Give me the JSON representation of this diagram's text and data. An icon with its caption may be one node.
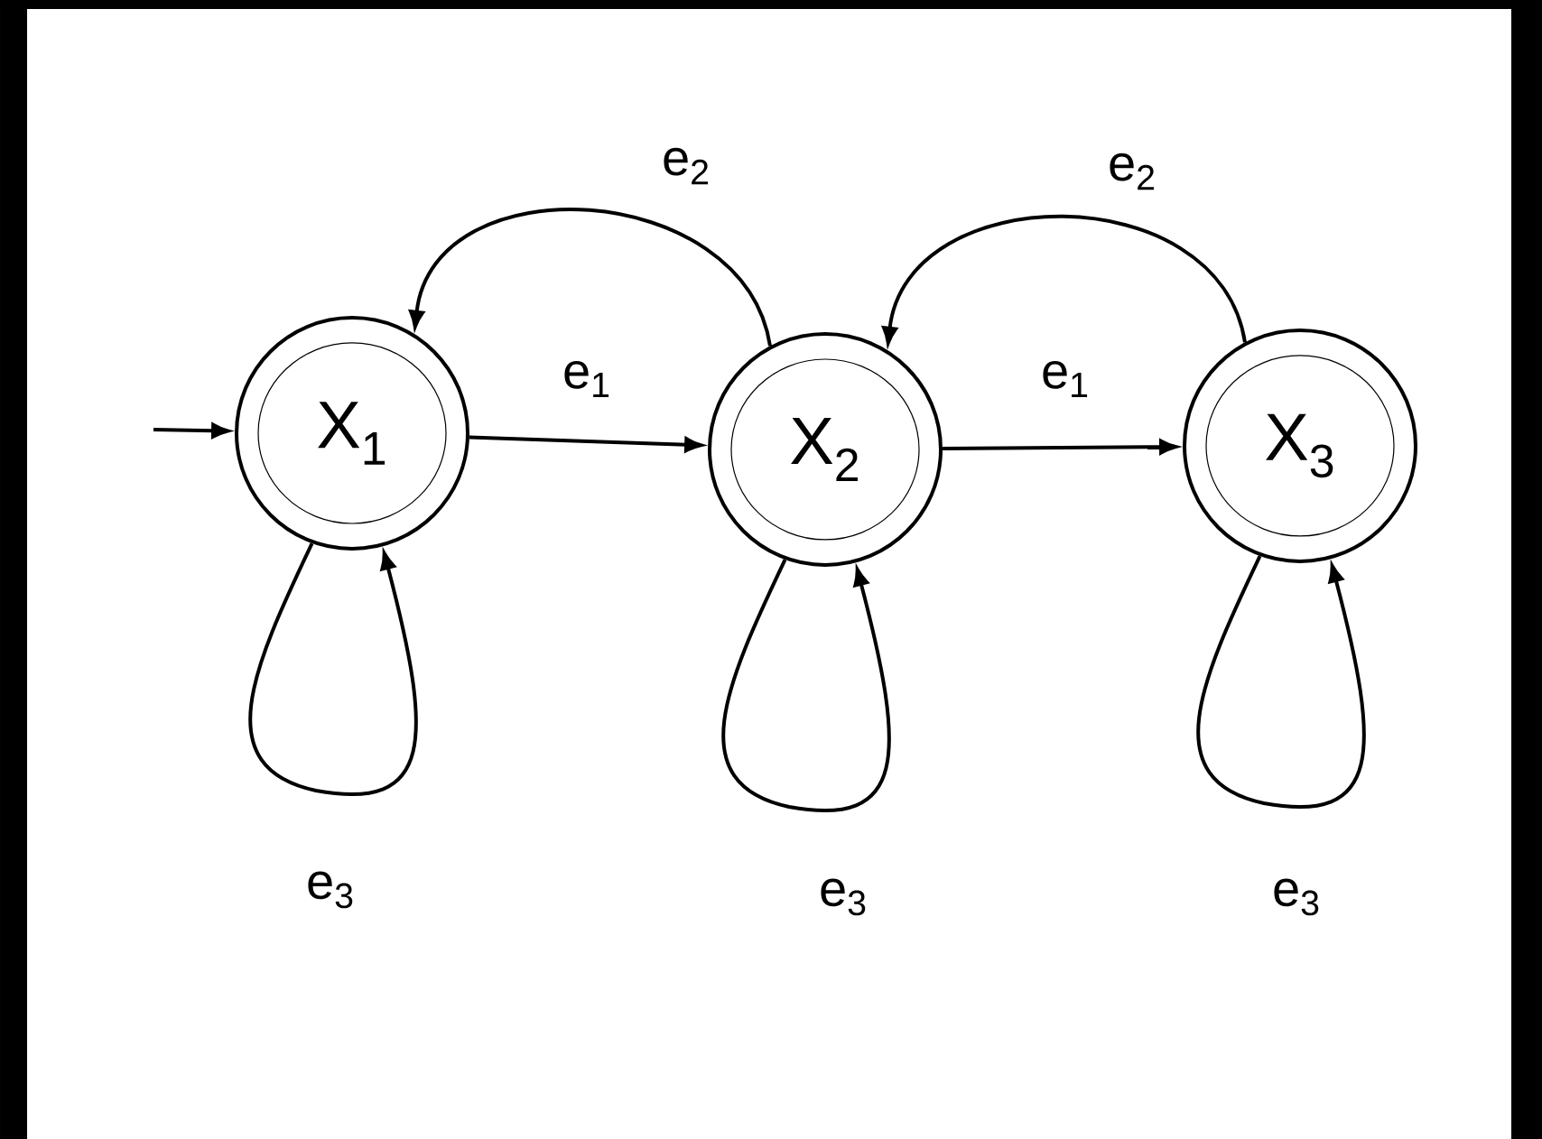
{
  "diagram": {
    "nodes": [
      {
        "text": [
          "X$_{1}$"
        ]
      },
      {
        "text": [
          "X$_{2}$"
        ]
      },
      {
        "text": [
          "X$_{3}$"
        ]
      }
    ],
    "edges": [
      {
        "from": null,
        "to": 0,
        "arrow": "to"
      },
      {
        "from": 0,
        "to": 1,
        "arrow": "to",
        "label": "e$_{1}$"
      },
      {
        "from": 1,
        "to": 0,
        "arrow": "to",
        "label": "e$_{2}$"
      },
      {
        "from": 1,
        "to": 2,
        "arrow": "to",
        "label": "e$_{1}$"
      },
      {
        "from": 2,
        "to": 1,
        "arrow": "to",
        "label": "e$_{2}$"
      },
      {
        "from": 0,
        "to": 0,
        "arrow": "to",
        "label": "e$_{3}$"
      },
      {
        "from": 1,
        "to": 1,
        "arrow": "to",
        "label": "e$_{3}$"
      },
      {
        "from": 2,
        "to": 2,
        "arrow": "to",
        "label": "e$_{3}$"
      }
    ]
  }
}
